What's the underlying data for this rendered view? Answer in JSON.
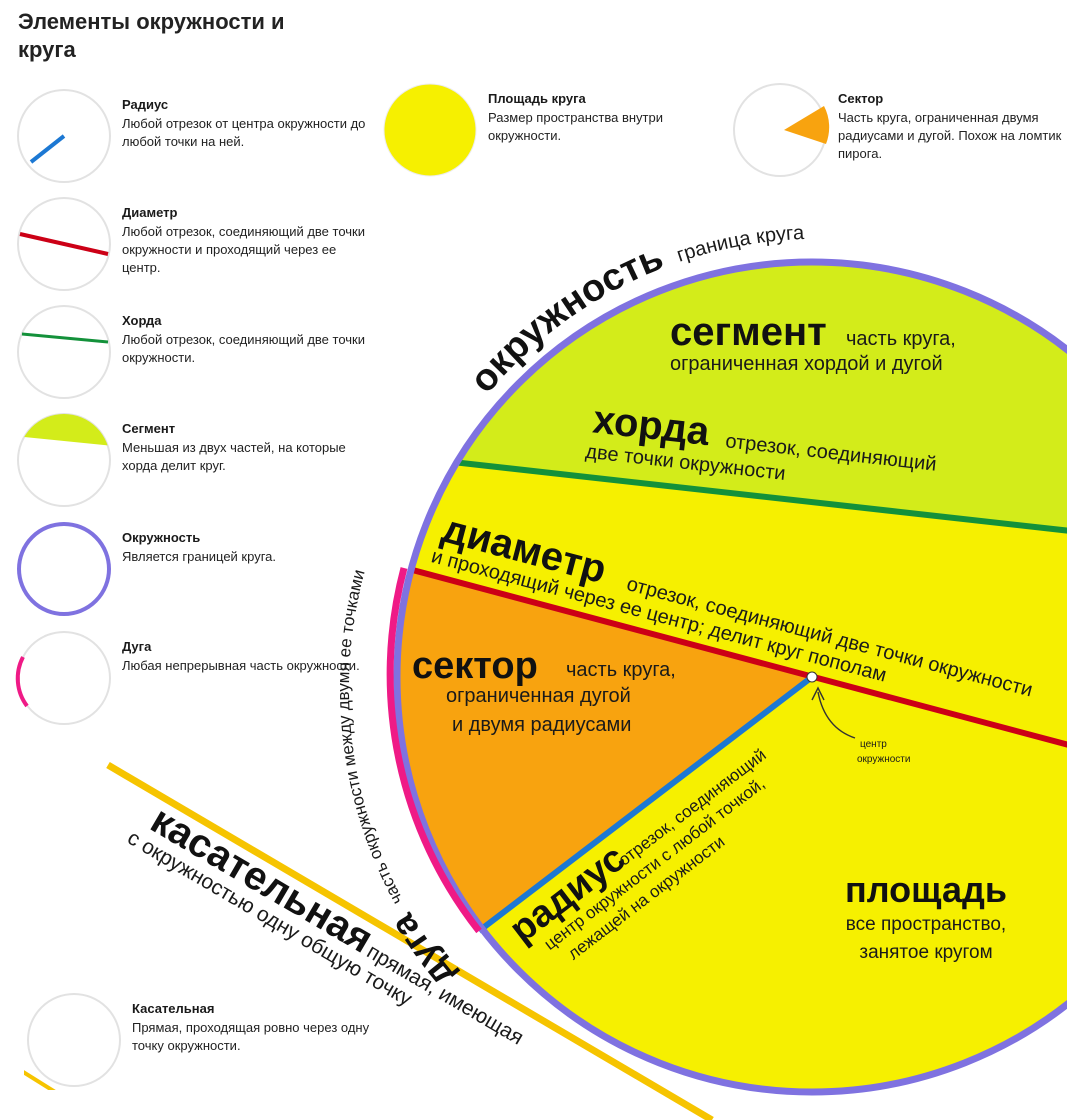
{
  "title": "Элементы окружности и круга",
  "colors": {
    "circle_fill": "#f6f000",
    "segment_fill": "#d3ec1a",
    "sector_fill": "#f8a30f",
    "circumference": "#7f72e0",
    "diameter": "#cc0016",
    "chord": "#13913a",
    "radius": "#1c78d3",
    "arc": "#ef1a86",
    "tangent": "#f6c400"
  },
  "legend": {
    "radius": {
      "term": "Радиус",
      "def": "Любой отрезок от центра окружности до любой точки на ней."
    },
    "diameter": {
      "term": "Диаметр",
      "def": "Любой отрезок, соединяющий две точки окружности и проходящий через ее центр."
    },
    "chord": {
      "term": "Хорда",
      "def": "Любой отрезок, соединяющий две точки окружности."
    },
    "segment": {
      "term": "Сегмент",
      "def": "Меньшая из двух частей, на которые хорда делит круг."
    },
    "circumference": {
      "term": "Окружность",
      "def": "Является границей круга."
    },
    "arc": {
      "term": "Дуга",
      "def": "Любая непрерывная часть окружности."
    },
    "area": {
      "term": "Площадь круга",
      "def": "Размер пространства внутри окружности."
    },
    "sector": {
      "term": "Сектор",
      "def": "Часть круга, ограниченная двумя радиусами и дугой. Похож на ломтик пирога."
    },
    "tangent": {
      "term": "Касательная",
      "def": "Прямая, проходящая ровно через одну точку окружности."
    }
  },
  "diagram": {
    "circumference": {
      "word": "окружность",
      "desc": "граница круга"
    },
    "segment": {
      "word": "сегмент",
      "desc1": "часть круга,",
      "desc2": "ограниченная хордой и дугой"
    },
    "chord": {
      "word": "хорда",
      "desc1": "отрезок, соединяющий",
      "desc2": "две точки окружности"
    },
    "diameter": {
      "word": "диаметр",
      "desc1": "отрезок, соединяющий две точки окружности",
      "desc2": "и проходящий через ее центр; делит круг пополам"
    },
    "sector": {
      "word": "сектор",
      "desc1": "часть круга,",
      "desc2": "ограниченная дугой",
      "desc3": "и двумя радиусами"
    },
    "center": {
      "line1": "центр",
      "line2": "окружности"
    },
    "radius": {
      "word": "радиус",
      "desc1": "отрезок, соединяющий",
      "desc2": "центр окружности с любой точкой,",
      "desc3": "лежащей на окружности"
    },
    "area": {
      "word": "площадь",
      "desc1": "все пространство,",
      "desc2": "занятое кругом"
    },
    "arc": {
      "word": "дуга",
      "desc": "часть окружности между двумя ее точками"
    },
    "tangent": {
      "word": "касательная",
      "desc1": "прямая, имеющая",
      "desc2": "с окружностью одну общую точку"
    }
  }
}
